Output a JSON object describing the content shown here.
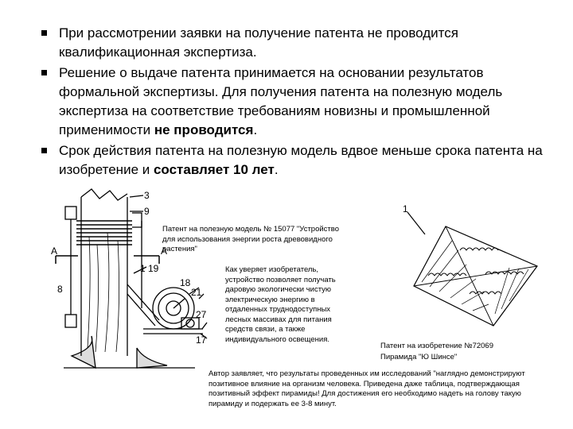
{
  "bullets": [
    {
      "text": "При рассмотрении заявки на получение патента не проводится квалификационная экспертиза."
    },
    {
      "text_pre": "Решение о выдаче патента принимается на основании результатов формальной экспертизы. Для получения патента на полезную модель экспертиза на соответствие требованиям новизны и промышленной применимости ",
      "text_bold": "не проводится",
      "text_post": "."
    },
    {
      "text_pre": "Срок действия патента на полезную модель вдвое меньше срока патента на изобретение и ",
      "text_bold": "составляет 10 лет",
      "text_post": "."
    }
  ],
  "figure_left": {
    "caption": "Патент на полезную модель № 15077 \"Устройство для использования энергии роста древовидного растения\"",
    "labels": [
      "3",
      "9",
      "А",
      "А",
      "8",
      "1",
      "19",
      "18",
      "21",
      "27",
      "17"
    ]
  },
  "middle_text": "Как уверяет изобретатель, устройство позволяет получать даровую экологически чистую электрическую энергию в отдаленных труднодоступных лесных массивах для питания средств связи, а также индивидуального освещения.",
  "figure_right": {
    "caption_line1": "Патент на изобретение №72069",
    "caption_line2": "Пирамида \"Ю Шинсе\"",
    "label": "1"
  },
  "author_text": "Автор заявляет, что результаты проведенных им исследований \"наглядно демонстрируют позитивное влияние на организм человека. Приведена даже таблица, подтверждающая позитивный эффект пирамиды! Для достижения его необходимо надеть на голову такую пирамиду и подержать ее 3-8 минут."
}
